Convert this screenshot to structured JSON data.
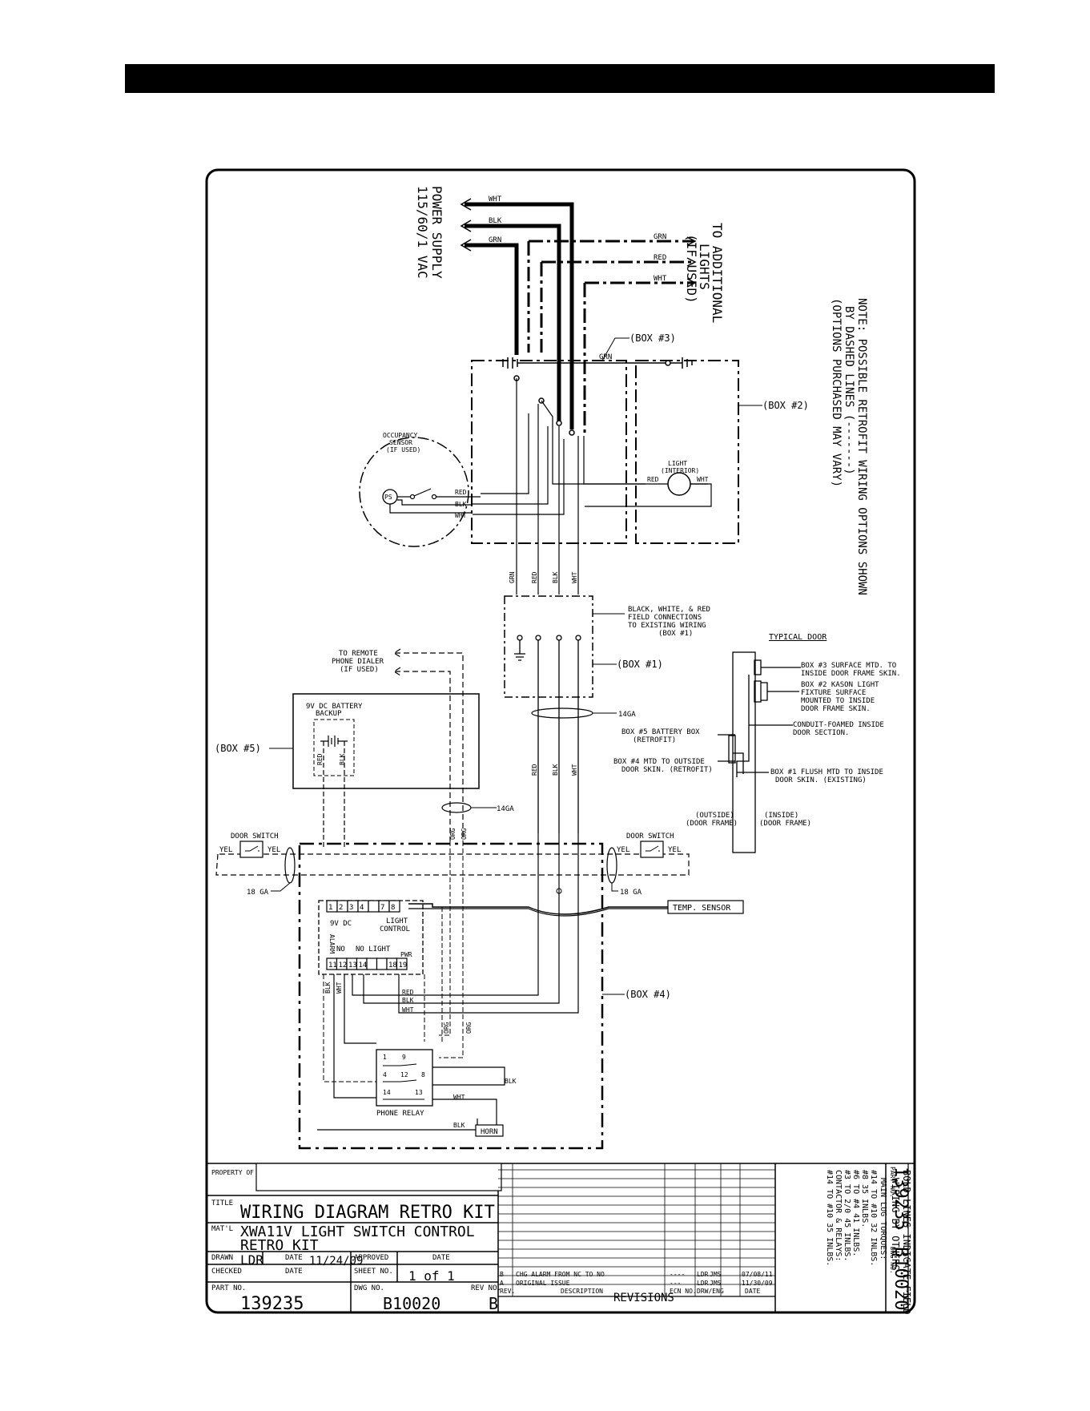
{
  "power": {
    "line1": "POWER SUPPLY",
    "line2": "115/60/1 VAC"
  },
  "additional": {
    "line1": "TO ADDITIONAL",
    "line2": "LIGHTS",
    "line3": "(IF USED)"
  },
  "note": {
    "line1": "NOTE: POSSIBLE RETROFIT WIRING OPTIONS SHOWN",
    "line2": "BY DASHED LINES (-------)",
    "line3": "(OPTIONS PURCHASED MAY VARY)"
  },
  "wires": {
    "wht": "WHT",
    "blk": "BLK",
    "grn": "GRN",
    "red": "RED",
    "yel": "YEL",
    "org": "ORG"
  },
  "boxes": {
    "box1": "(BOX #1)",
    "box2": "(BOX #2)",
    "box3": "(BOX #3)",
    "box4": "(BOX #4)",
    "box5": "(BOX #5)"
  },
  "sensor": {
    "line1": "OCCUPANCY",
    "line2": "SENSOR",
    "line3": "(IF USED)",
    "ps": "PS"
  },
  "light": {
    "line1": "LIGHT",
    "line2": "(INTERIOR)"
  },
  "field": {
    "line1": "BLACK, WHITE, & RED",
    "line2": "FIELD CONNECTIONS",
    "line3": "TO EXISTING WIRING",
    "line4": "(BOX #1)"
  },
  "dialer": {
    "line1": "TO REMOTE",
    "line2": "PHONE DIALER",
    "line3": "(IF USED)"
  },
  "battery": {
    "line1": "9V DC BATTERY",
    "line2": "BACKUP"
  },
  "gauges": {
    "ga14": "14GA",
    "ga18": "18 GA"
  },
  "door_switch": "DOOR SWITCH",
  "temp_sensor": "TEMP. SENSOR",
  "terminals": {
    "top": [
      "1",
      "2",
      "3",
      "4",
      "",
      "7",
      "8"
    ],
    "bottom": [
      "11",
      "12",
      "13",
      "14",
      "",
      "",
      "18",
      "19"
    ]
  },
  "control": {
    "dc": "9V DC",
    "light_control1": "LIGHT",
    "light_control2": "CONTROL",
    "alarm": "ALARM",
    "no": "NO",
    "no_light": "NO LIGHT",
    "pwr": "PWR"
  },
  "relay": {
    "label": "PHONE RELAY",
    "horn": "HORN",
    "t1": "1",
    "t9": "9",
    "t4": "4",
    "t12": "12",
    "t8": "8",
    "t14": "14",
    "t13": "13"
  },
  "typical_door": {
    "title": "TYPICAL DOOR",
    "box3": [
      "BOX #3 SURFACE MTD. TO",
      "INSIDE DOOR FRAME SKIN."
    ],
    "box2": [
      "BOX #2 KASON LIGHT",
      "FIXTURE SURFACE",
      "MOUNTED TO INSIDE",
      "DOOR FRAME SKIN."
    ],
    "conduit": [
      "CONDUIT-FOAMED INSIDE",
      "DOOR SECTION."
    ],
    "box5": [
      "BOX #5 BATTERY BOX",
      "(RETROFIT)"
    ],
    "box4": [
      "BOX #4 MTD TO OUTSIDE",
      "DOOR SKIN. (RETROFIT)"
    ],
    "box1": [
      "BOX #1 FLUSH MTD TO INSIDE",
      "DOOR SKIN. (EXISTING)"
    ],
    "outside": [
      "(OUTSIDE)",
      "(DOOR FRAME)"
    ],
    "inside": [
      "(INSIDE)",
      "(DOOR FRAME)"
    ]
  },
  "title_block": {
    "property_of": "PROPERTY OF",
    "title_label": "TITLE",
    "title": "WIRING DIAGRAM RETRO KIT",
    "matl_label": "MAT'L",
    "matl1": "XWA11V LIGHT SWITCH CONTROL",
    "matl2": "RETRO KIT",
    "drawn_label": "DRAWN",
    "drawn": "LDR",
    "date_label": "DATE",
    "drawn_date": "11/24/09",
    "approved_label": "APPROVED",
    "checked_label": "CHECKED",
    "sheet_label": "SHEET NO.",
    "sheet": "1 of 1",
    "part_label": "PART NO.",
    "part": "139235",
    "dwg_label": "DWG NO.",
    "dwg": "B10020",
    "rev_label": "REV NO.",
    "rev": "B"
  },
  "revisions": {
    "header": [
      "REV.",
      "DESCRIPTION",
      "ECN NO.",
      "DRW/ENG",
      "DATE"
    ],
    "rows": [
      [
        "B",
        "CHG ALARM FROM NC TO NO",
        "----",
        "LDR",
        "JMS",
        "07/08/11"
      ],
      [
        "A",
        "ORIGINAL ISSUE",
        "---",
        "LDR",
        "JMS",
        "11/30/09"
      ]
    ],
    "title": "REVISIONS"
  },
  "torques": {
    "heading": "MAIN LUG TORQUES:",
    "lines": [
      "#14 TO #10   32 INLBS.",
      "#8   35 INLBS.",
      "#6 TO #4   41 INLBS.",
      "#3 TO 2/0   45 INLBS.",
      "CONTACTOR & RELAYS:",
      "#14 TO #10   35 INLBS."
    ]
  },
  "bold_note": [
    "BOLD LINES INDICATE FIELD",
    "WIRING BY OTHERS"
  ],
  "corner": {
    "part_label": "PART NO.",
    "part": "139235",
    "dwg_label": "DWG NO.",
    "dwg": "B10020"
  }
}
